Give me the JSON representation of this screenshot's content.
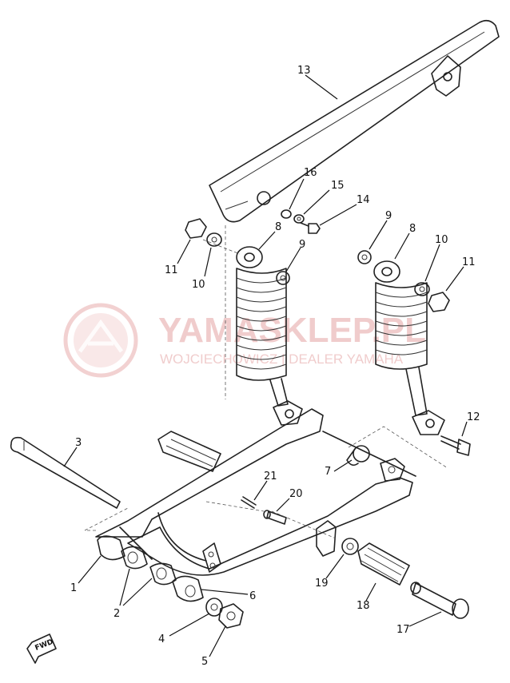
{
  "diagram": {
    "callouts": [
      {
        "id": "c1",
        "text": "1"
      },
      {
        "id": "c2",
        "text": "2"
      },
      {
        "id": "c3",
        "text": "3"
      },
      {
        "id": "c4",
        "text": "4"
      },
      {
        "id": "c5",
        "text": "5"
      },
      {
        "id": "c6",
        "text": "6"
      },
      {
        "id": "c7",
        "text": "7"
      },
      {
        "id": "c8a",
        "text": "8"
      },
      {
        "id": "c8b",
        "text": "8"
      },
      {
        "id": "c9a",
        "text": "9"
      },
      {
        "id": "c9b",
        "text": "9"
      },
      {
        "id": "c10a",
        "text": "10"
      },
      {
        "id": "c10b",
        "text": "10"
      },
      {
        "id": "c11a",
        "text": "11"
      },
      {
        "id": "c11b",
        "text": "11"
      },
      {
        "id": "c12",
        "text": "12"
      },
      {
        "id": "c13",
        "text": "13"
      },
      {
        "id": "c14",
        "text": "14"
      },
      {
        "id": "c15",
        "text": "15"
      },
      {
        "id": "c16",
        "text": "16"
      },
      {
        "id": "c17",
        "text": "17"
      },
      {
        "id": "c18",
        "text": "18"
      },
      {
        "id": "c19",
        "text": "19"
      },
      {
        "id": "c20",
        "text": "20"
      },
      {
        "id": "c21",
        "text": "21"
      }
    ],
    "direction_marker": "FWD"
  },
  "watermark": {
    "title": "YAMASKLEP.PL",
    "subtitle": "WOJCIECHOWICZ | DEALER YAMAHA",
    "color": "#e4a3a3"
  }
}
